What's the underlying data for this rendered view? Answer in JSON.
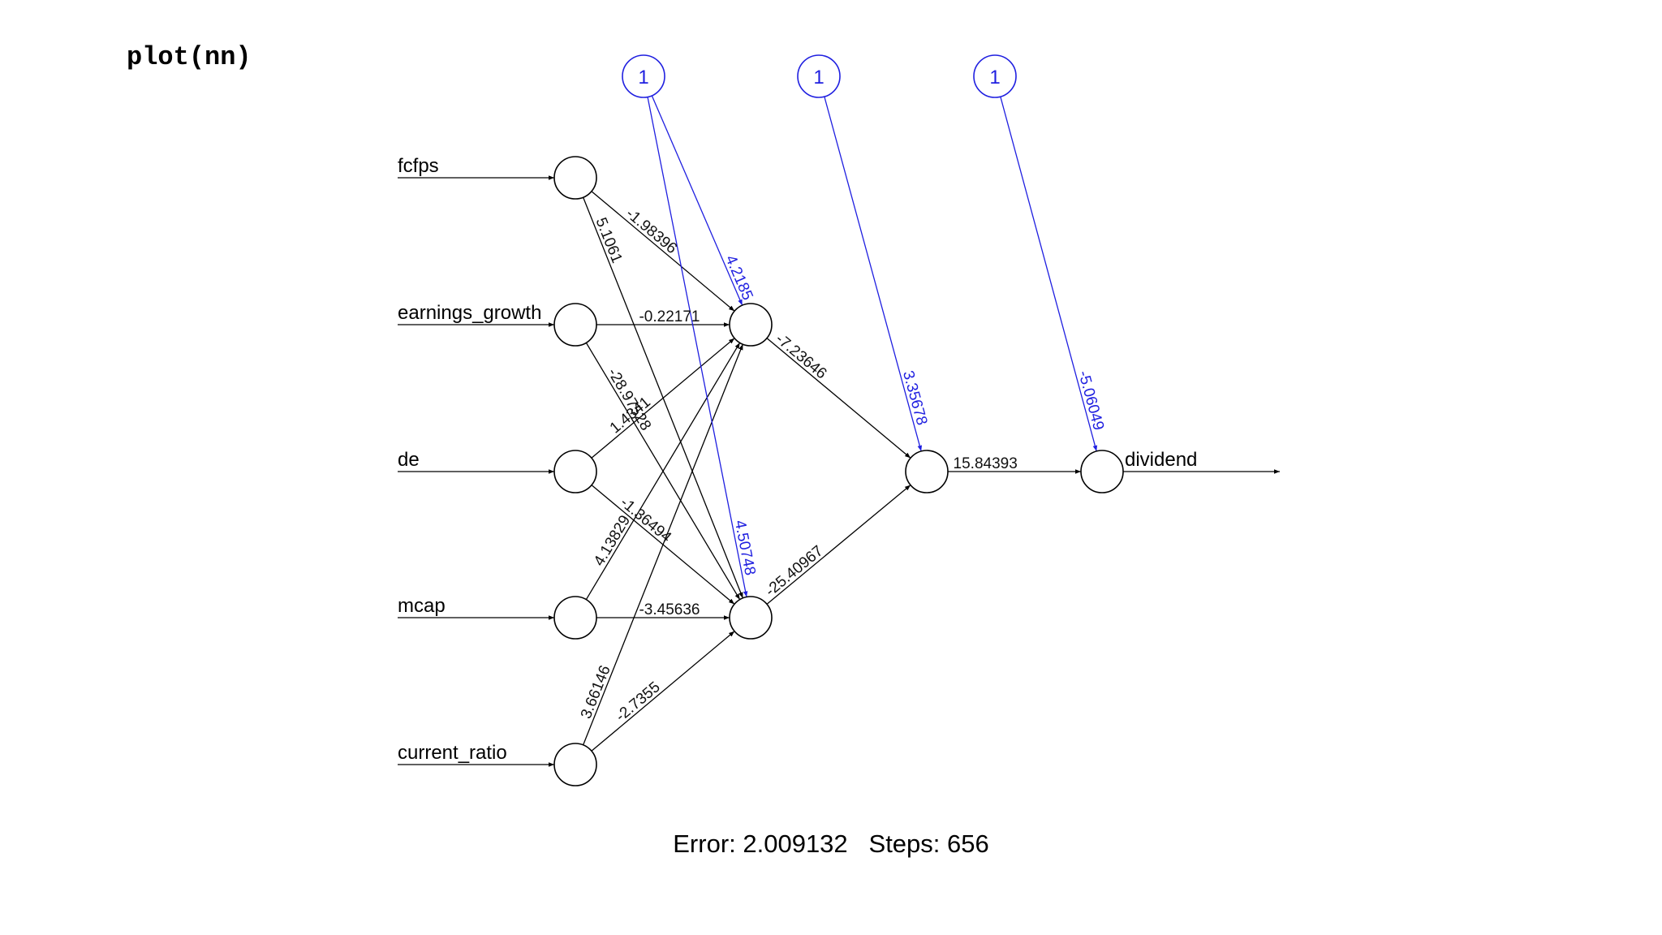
{
  "code_title": "plot(nn)",
  "footer": {
    "error_text": "Error: 2.009132",
    "steps_text": "Steps: 656"
  },
  "colors": {
    "edge": "#000000",
    "bias": "#1f1fe0"
  },
  "network": {
    "inputs": [
      "fcfps",
      "earnings_growth",
      "de",
      "mcap",
      "current_ratio"
    ],
    "hidden1_size": 2,
    "hidden2_size": 1,
    "output": "dividend",
    "bias_label": "1",
    "weights_input_hidden1": [
      [
        "-1.98396",
        "5.1061"
      ],
      [
        "-0.22171",
        "-28.97528"
      ],
      [
        "1.4341",
        "-1.36494"
      ],
      [
        "4.13829",
        "-3.45636"
      ],
      [
        "3.66146",
        "-2.7355"
      ]
    ],
    "bias_hidden1": [
      "4.2185",
      "4.50748"
    ],
    "weights_hidden1_hidden2": [
      "-7.23646",
      "-25.40967"
    ],
    "bias_hidden2": "3.35678",
    "weight_hidden2_output": "15.84393",
    "bias_output": "-5.06049"
  }
}
